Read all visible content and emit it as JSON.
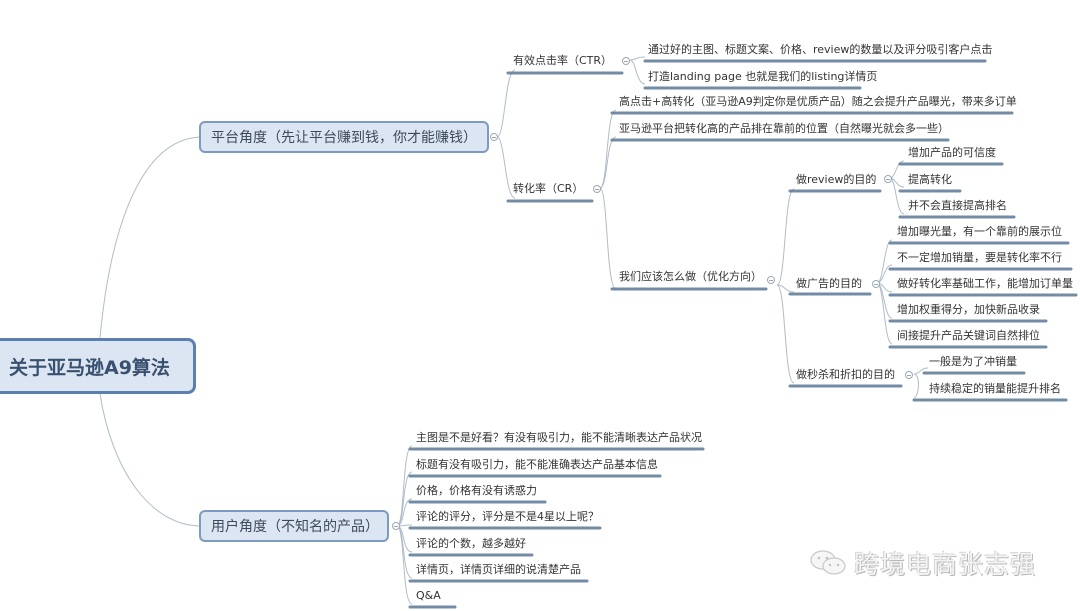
{
  "root": {
    "label": "关于亚马逊A9算法"
  },
  "branches": [
    {
      "label": "平台角度（先让平台赚到钱，你才能赚钱）",
      "children": [
        {
          "label": "有效点击率（CTR）",
          "children": [
            "通过好的主图、标题文案、价格、review的数量以及评分吸引客户点击",
            "打造landing page 也就是我们的listing详情页"
          ]
        },
        {
          "label": "转化率（CR）",
          "children": [
            {
              "label": "高点击+高转化（亚马逊A9判定你是优质产品）随之会提升产品曝光，带来多订单"
            },
            {
              "label": "亚马逊平台把转化高的产品排在靠前的位置（自然曝光就会多一些）"
            },
            {
              "label": "我们应该怎么做（优化方向）",
              "children": [
                {
                  "label": "做review的目的",
                  "children": [
                    "增加产品的可信度",
                    "提高转化",
                    "并不会直接提高排名"
                  ]
                },
                {
                  "label": "做广告的目的",
                  "children": [
                    "增加曝光量，有一个靠前的展示位",
                    "不一定增加销量，要是转化率不行",
                    "做好转化率基础工作，能增加订单量",
                    "增加权重得分，加快新品收录",
                    "间接提升产品关键词自然排位"
                  ]
                },
                {
                  "label": "做秒杀和折扣的目的",
                  "children": [
                    "一般是为了冲销量",
                    "持续稳定的销量能提升排名"
                  ]
                }
              ]
            }
          ]
        }
      ]
    },
    {
      "label": "用户角度（不知名的产品）",
      "children": [
        "主图是不是好看？有没有吸引力，能不能清晰表达产品状况",
        "标题有没有吸引力，能不能准确表达产品基本信息",
        "价格，价格有没有诱惑力",
        "评论的评分，评分是不是4星以上呢？",
        "评论的个数，越多越好",
        "详情页，详情页详细的说清楚产品",
        "Q&A"
      ]
    }
  ],
  "watermark": {
    "icon": "wechat-icon",
    "text": "跨境电商张志强"
  },
  "colors": {
    "node_fill": "#dce6f2",
    "node_border": "#7d9bc1",
    "root_border": "#5b7fae",
    "underline": "#5b7896",
    "connector": "#a9b7c6"
  }
}
